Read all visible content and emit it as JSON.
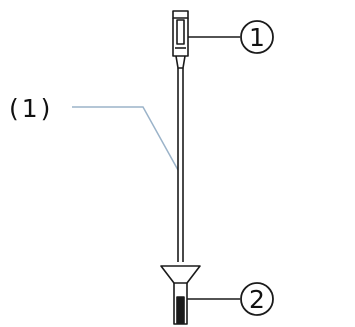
{
  "diagram": {
    "part_label": "(1)",
    "callouts": [
      {
        "number": "1"
      },
      {
        "number": "2"
      }
    ],
    "colors": {
      "outline": "#1a1a1a",
      "leader_line": "#9bb3c9",
      "background": "#ffffff"
    }
  }
}
